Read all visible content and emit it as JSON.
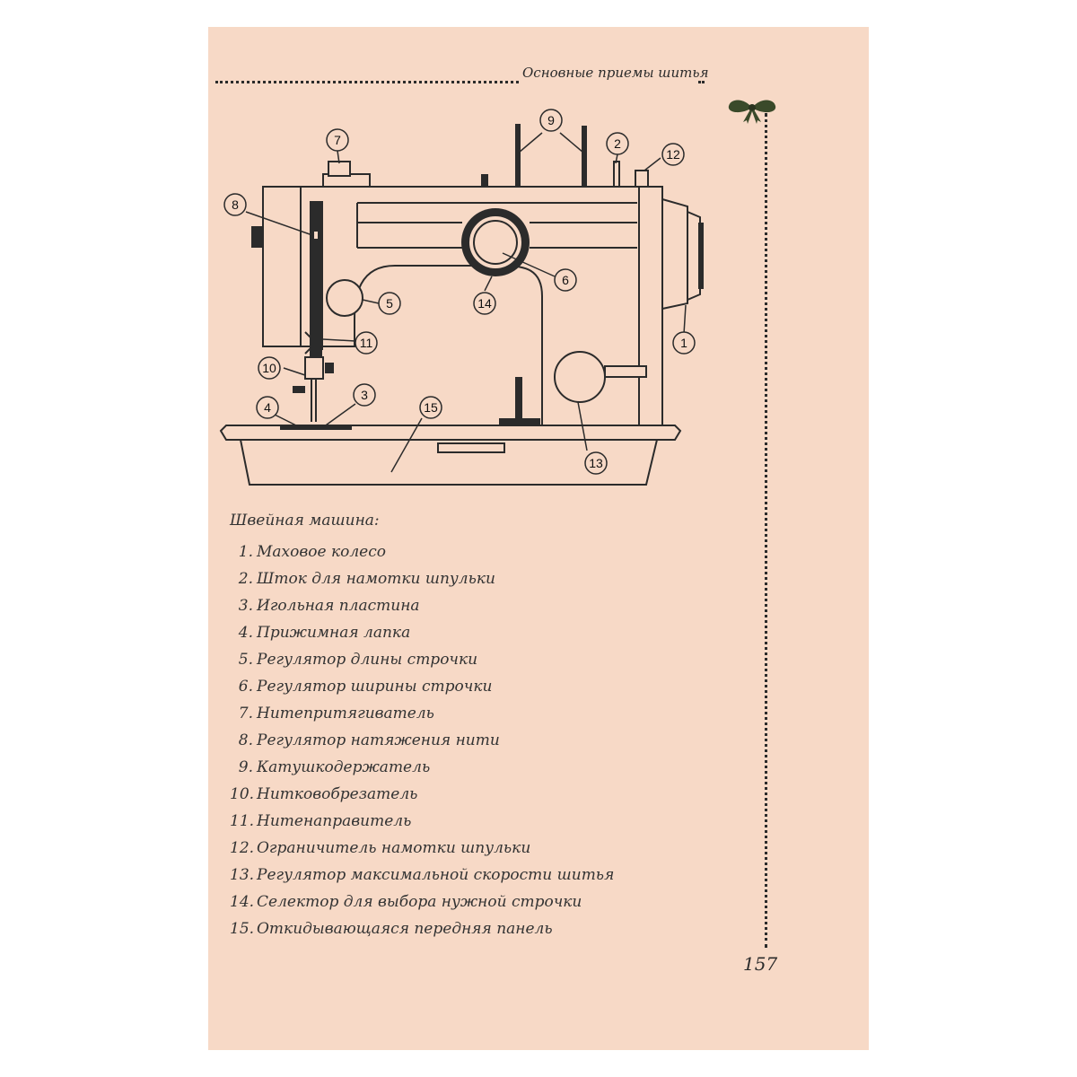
{
  "header": {
    "running_title": "Основные приемы шитья"
  },
  "diagram": {
    "callouts": [
      "1",
      "2",
      "3",
      "4",
      "5",
      "6",
      "7",
      "8",
      "9",
      "10",
      "11",
      "12",
      "13",
      "14",
      "15"
    ]
  },
  "legend": {
    "title": "Швейная машина:",
    "items": [
      {
        "num": "1.",
        "text": "Маховое колесо"
      },
      {
        "num": "2.",
        "text": "Шток для намотки шпульки"
      },
      {
        "num": "3.",
        "text": "Игольная пластина"
      },
      {
        "num": "4.",
        "text": "Прижимная лапка"
      },
      {
        "num": "5.",
        "text": "Регулятор длины строчки"
      },
      {
        "num": "6.",
        "text": "Регулятор ширины строчки"
      },
      {
        "num": "7.",
        "text": "Нитепритягиватель"
      },
      {
        "num": "8.",
        "text": "Регулятор натяжения нити"
      },
      {
        "num": "9.",
        "text": "Катушкодержатель"
      },
      {
        "num": "10.",
        "text": "Нитковобрезатель"
      },
      {
        "num": "11.",
        "text": "Нитенаправитель"
      },
      {
        "num": "12.",
        "text": "Ограничитель намотки шпульки"
      },
      {
        "num": "13.",
        "text": "Регулятор максимальной скорости шитья"
      },
      {
        "num": "14.",
        "text": "Селектор для выбора нужной строчки"
      },
      {
        "num": "15.",
        "text": "Откидывающаяся передняя панель"
      }
    ]
  },
  "footer": {
    "page_number": "157"
  },
  "colors": {
    "paper": "#f7d9c6",
    "ink": "#2b2b2b",
    "bow": "#3a4a2a"
  },
  "icons": [
    "bow-ornament-icon"
  ]
}
